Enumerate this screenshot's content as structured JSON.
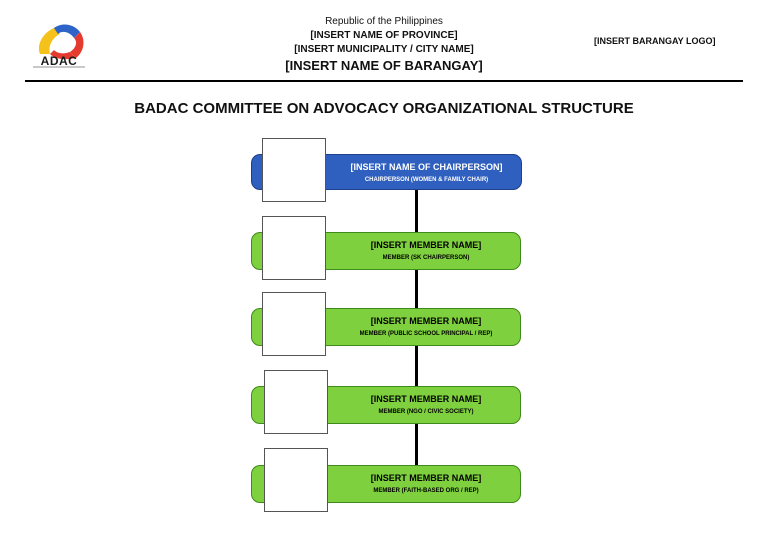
{
  "header": {
    "logo_text": "ADAC",
    "republic": "Republic of the Philippines",
    "province": "[INSERT NAME OF PROVINCE]",
    "municipality": "[INSERT MUNICIPALITY / CITY NAME]",
    "barangay": "[INSERT NAME OF BARANGAY]",
    "barangay_logo": "[INSERT BARANGAY LOGO]"
  },
  "title": "BADAC COMMITTEE ON ADVOCACY ORGANIZATIONAL STRUCTURE",
  "org_chart": {
    "chairperson": {
      "name": "[INSERT NAME OF CHAIRPERSON]",
      "role": "CHAIRPERSON (WOMEN & FAMILY CHAIR)",
      "color": "#2f5fbf"
    },
    "member_color": "#7fd03e",
    "members": [
      {
        "name": "[INSERT MEMBER NAME]",
        "role": "MEMBER (SK CHAIRPERSON)"
      },
      {
        "name": "[INSERT MEMBER NAME]",
        "role": "MEMBER (PUBLIC SCHOOL PRINCIPAL / REP)"
      },
      {
        "name": "[INSERT MEMBER NAME]",
        "role": "MEMBER (NGO / CIVIC SOCIETY)"
      },
      {
        "name": "[INSERT MEMBER NAME]",
        "role": "MEMBER (FAITH-BASED ORG / REP)"
      }
    ]
  }
}
